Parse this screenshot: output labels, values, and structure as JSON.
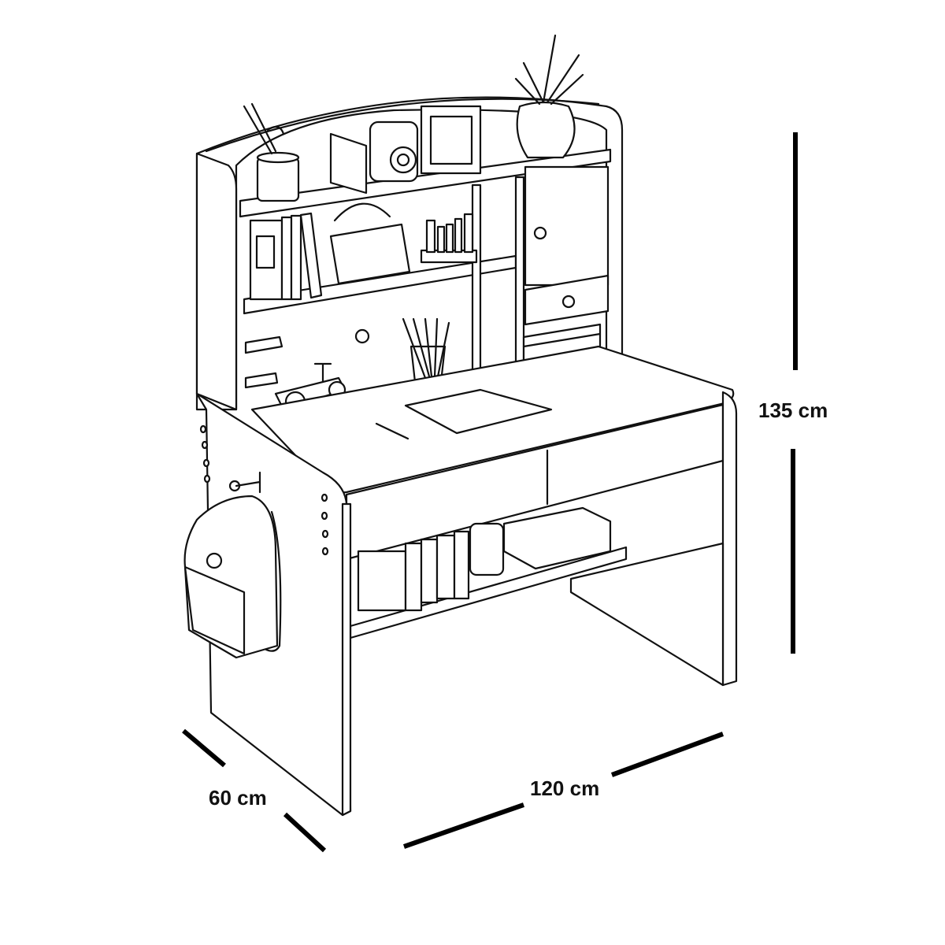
{
  "diagram": {
    "subject": "Children's study desk with hutch",
    "dimensions": {
      "height": {
        "label": "135 cm",
        "value": 135,
        "unit": "cm"
      },
      "width": {
        "label": "120 cm",
        "value": 120,
        "unit": "cm"
      },
      "depth": {
        "label": "60 cm",
        "value": 60,
        "unit": "cm"
      }
    },
    "components": [
      "arched-hutch-top",
      "upper-shelf",
      "middle-shelf",
      "cabinet-door",
      "cabinet-drawer",
      "desk-top",
      "desk-drawer-left",
      "desk-drawer-right",
      "lower-shelf",
      "side-panel-left",
      "side-panel-right",
      "side-hook"
    ],
    "decor_items": [
      "potted-plant",
      "small-plant-cup",
      "instant-camera",
      "picture-frame",
      "bookend",
      "binders",
      "file-organizer",
      "crayon-holder",
      "pencil-cup",
      "toy-car",
      "open-book",
      "pencil",
      "tea-cup",
      "stacked-books",
      "backpack"
    ],
    "colors": {
      "line": "#111111",
      "background": "#ffffff",
      "dimension_bar": "#000000"
    }
  }
}
